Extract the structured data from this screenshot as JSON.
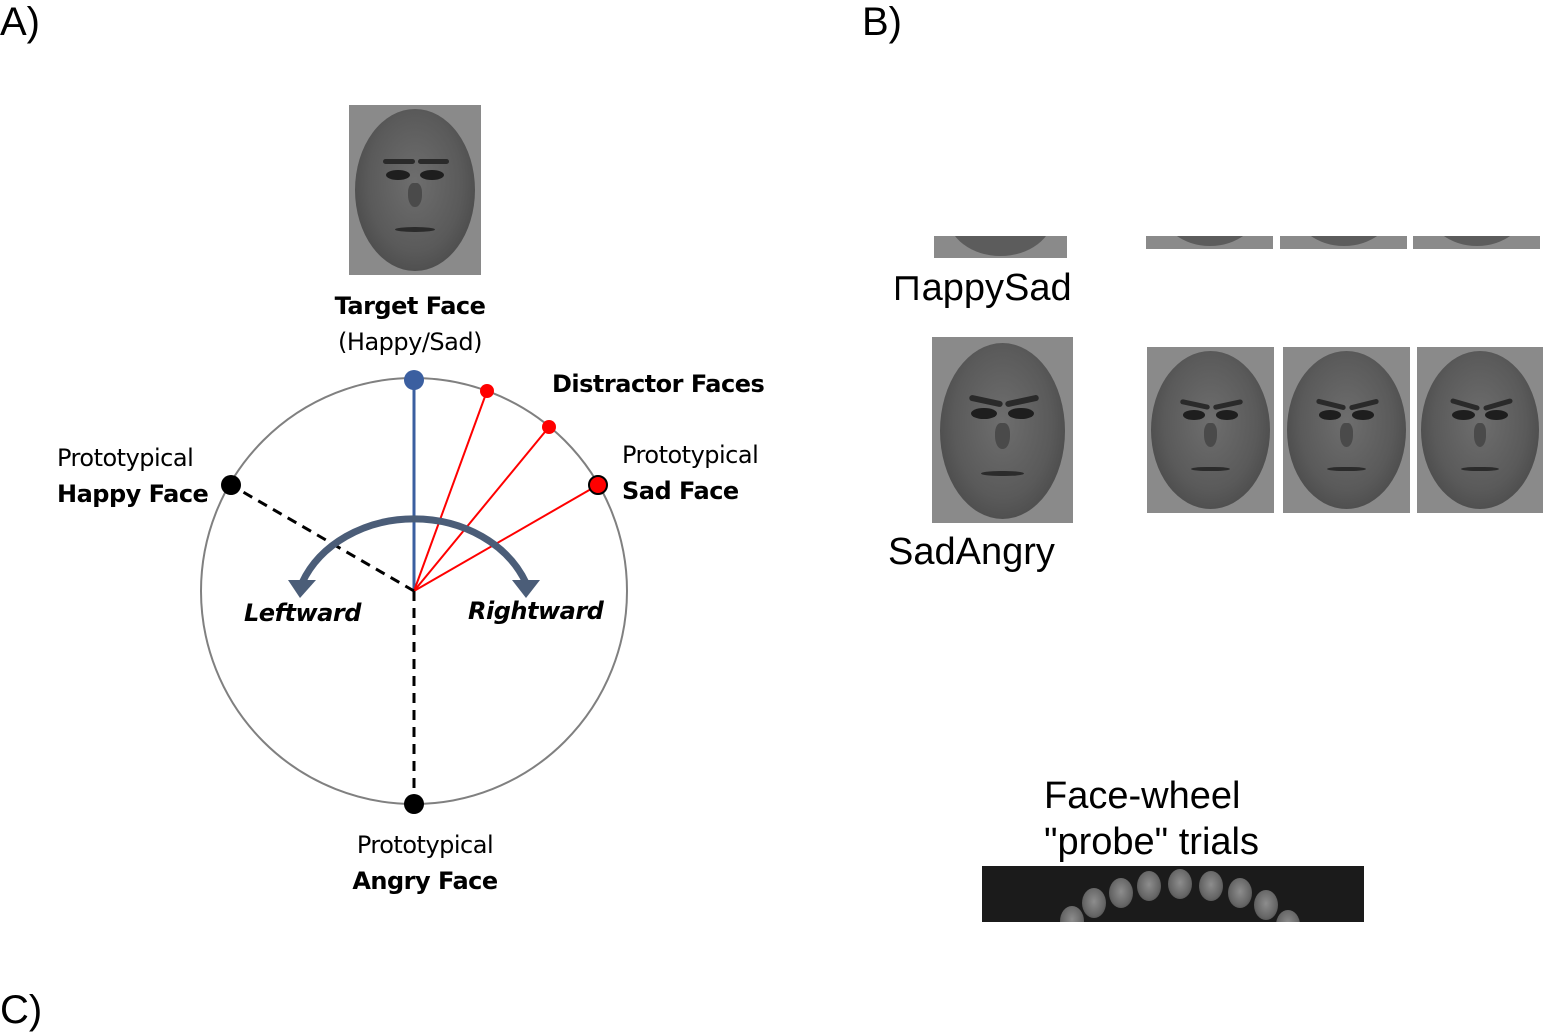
{
  "panels": {
    "a": "A)",
    "b": "B)",
    "c": "C)"
  },
  "wheel": {
    "target": {
      "line1": "Target Face",
      "line2": "(Happy/Sad)"
    },
    "distractors": "Distractor Faces",
    "happy": {
      "line1": "Prototypical",
      "line2": "Happy Face"
    },
    "sad": {
      "line1": "Prototypical",
      "line2": "Sad Face"
    },
    "angry": {
      "line1": "Prototypical",
      "line2": "Angry Face"
    },
    "leftward": "Leftward",
    "rightward": "Rightward",
    "colors": {
      "target": "#3b5fa0",
      "distractor": "#ff0000",
      "arrow": "#4b5d78",
      "circle": "#808080"
    }
  },
  "panel_b": {
    "row1_label": "⊓appySad",
    "row2_label": "SadAngry",
    "probe_line1": "Face-wheel",
    "probe_line2": "\"probe\" trials"
  }
}
